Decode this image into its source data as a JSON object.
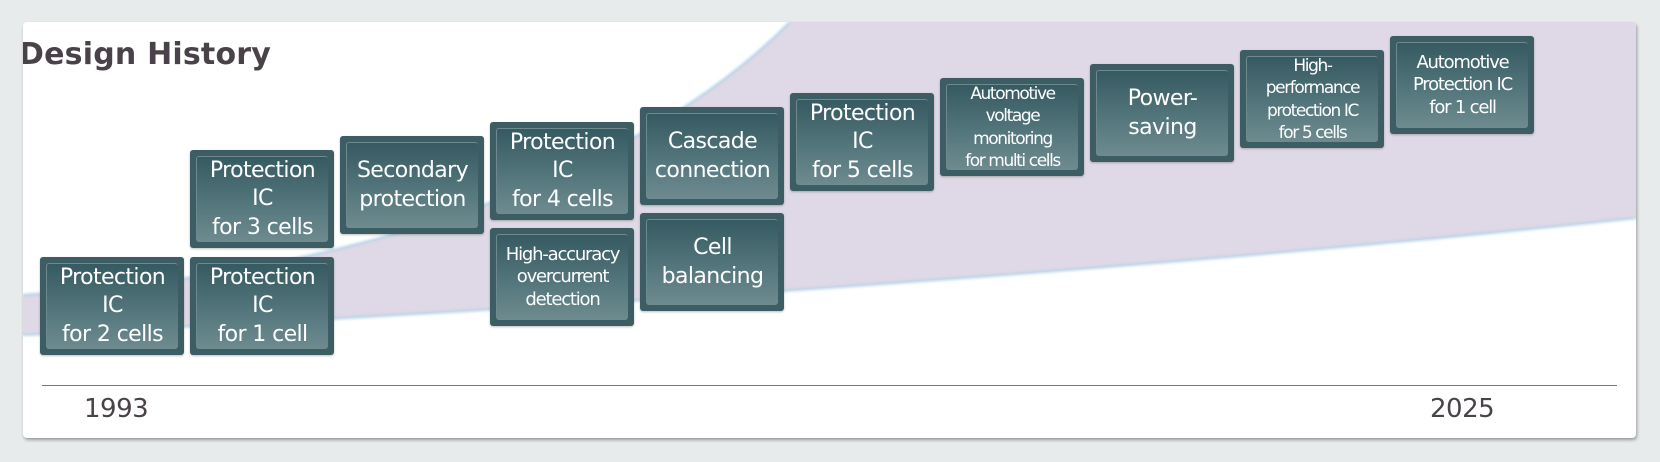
{
  "title": "Design History",
  "colors": {
    "band": "#dfd8e6",
    "band_edge": "#b8d4e8",
    "box_fill": "#3c5d63",
    "text_dark": "#4a4249"
  },
  "timeline": {
    "start_year": "1993",
    "end_year": "2025"
  },
  "milestones": [
    {
      "label": "Protection IC\nfor 2 cells",
      "column": 1,
      "row": "lower"
    },
    {
      "label": "Protection IC\nfor 1 cell",
      "column": 2,
      "row": "lower"
    },
    {
      "label": "Protection IC\nfor 3 cells",
      "column": 2,
      "row": "upper"
    },
    {
      "label": "Secondary\nprotection",
      "column": 3,
      "row": "upper"
    },
    {
      "label": "Protection IC\nfor 4 cells",
      "column": 4,
      "row": "upper"
    },
    {
      "label": "High-accuracy\novercurrent\ndetection",
      "column": 4,
      "row": "lower"
    },
    {
      "label": "Cascade\nconnection",
      "column": 5,
      "row": "upper"
    },
    {
      "label": "Cell\nbalancing",
      "column": 5,
      "row": "lower"
    },
    {
      "label": "Protection IC\nfor 5 cells",
      "column": 6,
      "row": "upper"
    },
    {
      "label": "Automotive\nvoltage monitoring\nfor multi cells",
      "column": 7,
      "row": "upper"
    },
    {
      "label": "Power-saving",
      "column": 8,
      "row": "upper"
    },
    {
      "label": "High-performance\nprotection IC\nfor 5 cells",
      "column": 9,
      "row": "upper"
    },
    {
      "label": "Automotive\nProtection IC\nfor 1 cell",
      "column": 10,
      "row": "upper"
    }
  ]
}
